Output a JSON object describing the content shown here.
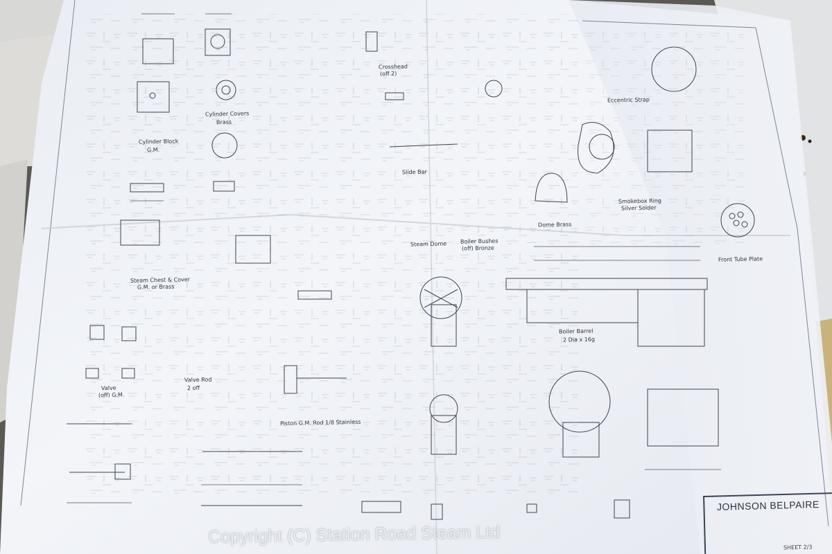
{
  "drawing": {
    "title": "JOHNSON BELPAIRE",
    "sheet": "SHEET 2/3",
    "watermark": "Copyright (C) Station Road Steam Ltd",
    "labels": {
      "cylinder_block": "Cylinder Block",
      "cylinder_block_material": "G.M.",
      "cylinder_covers": "Cylinder Covers",
      "cylinder_covers_material": "Brass",
      "crosshead": "Crosshead",
      "crosshead_qty": "(off 2)",
      "eccentric_strap": "Eccentric Strap",
      "slide bar": "Slide Bar",
      "dome_brass": "Dome Brass",
      "boiler_bushes": "Boiler Bushes",
      "boiler_bushes_material": "(off) Bronze",
      "steam_dome": "Steam Dome",
      "boiler_barrel": "Boiler Barrel",
      "boiler_barrel_size": "2 Dia x 16g",
      "valve": "Valve",
      "valve_qty": "(off) G.M.",
      "valve_rod": "Valve Rod",
      "valve_rod_qty": "2 off",
      "piston": "Piston G.M. Rod 1/8 Stainless",
      "steam_chest_cover": "Steam Chest & Cover",
      "steam_chest_material": "G.M. or Brass",
      "front_tube_plate": "Front Tube Plate",
      "smokebox_ring": "Smokebox Ring",
      "smokebox_ring_material": "Silver Solder"
    }
  },
  "colors": {
    "paper": "#eef1f6",
    "ink": "#2e3440",
    "backdrop": "#5e5a55"
  }
}
